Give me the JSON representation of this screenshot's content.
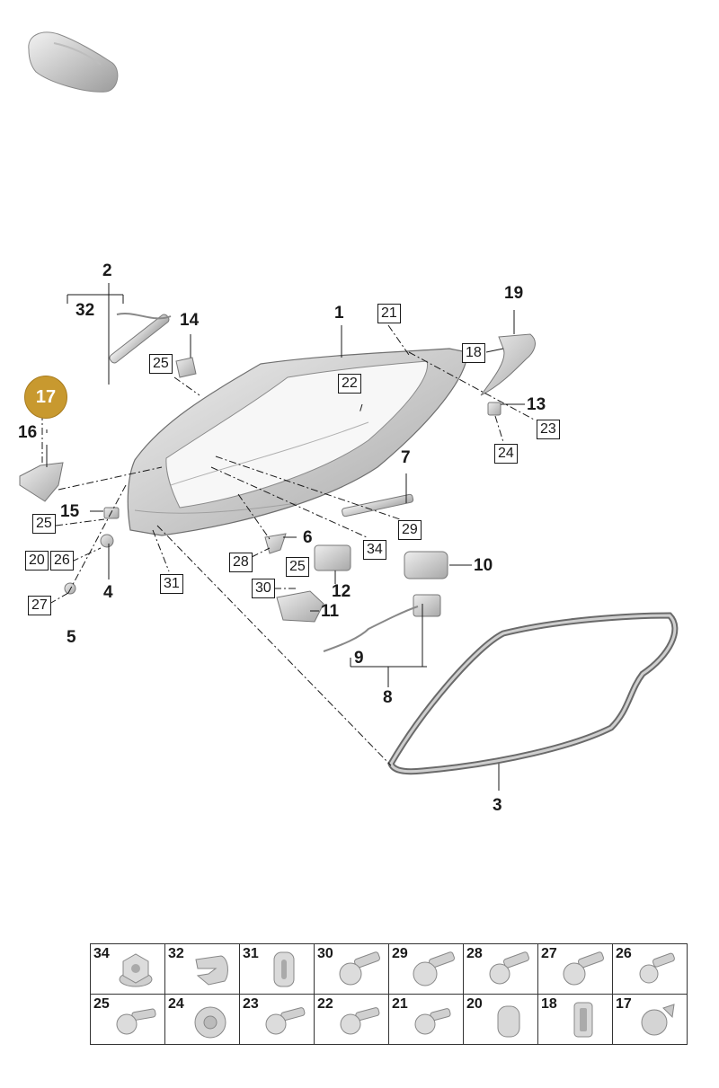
{
  "callouts": [
    "1",
    "2",
    "3",
    "4",
    "5",
    "6",
    "7",
    "8",
    "9",
    "10",
    "11",
    "12",
    "13",
    "14",
    "15",
    "16",
    "19",
    "32"
  ],
  "boxed_refs": [
    "21",
    "22",
    "18",
    "23",
    "24",
    "25",
    "25",
    "20",
    "26",
    "27",
    "28",
    "29",
    "30",
    "31",
    "34",
    "25"
  ],
  "highlight": "17",
  "parts_table": [
    [
      "34",
      "32",
      "31",
      "30",
      "29",
      "28",
      "27",
      "26"
    ],
    [
      "25",
      "24",
      "23",
      "22",
      "21",
      "20",
      "18",
      "17"
    ]
  ],
  "colors": {
    "highlight": "#c8992f",
    "line": "#1a1a1a",
    "part_fill": "#d6d6d6"
  }
}
